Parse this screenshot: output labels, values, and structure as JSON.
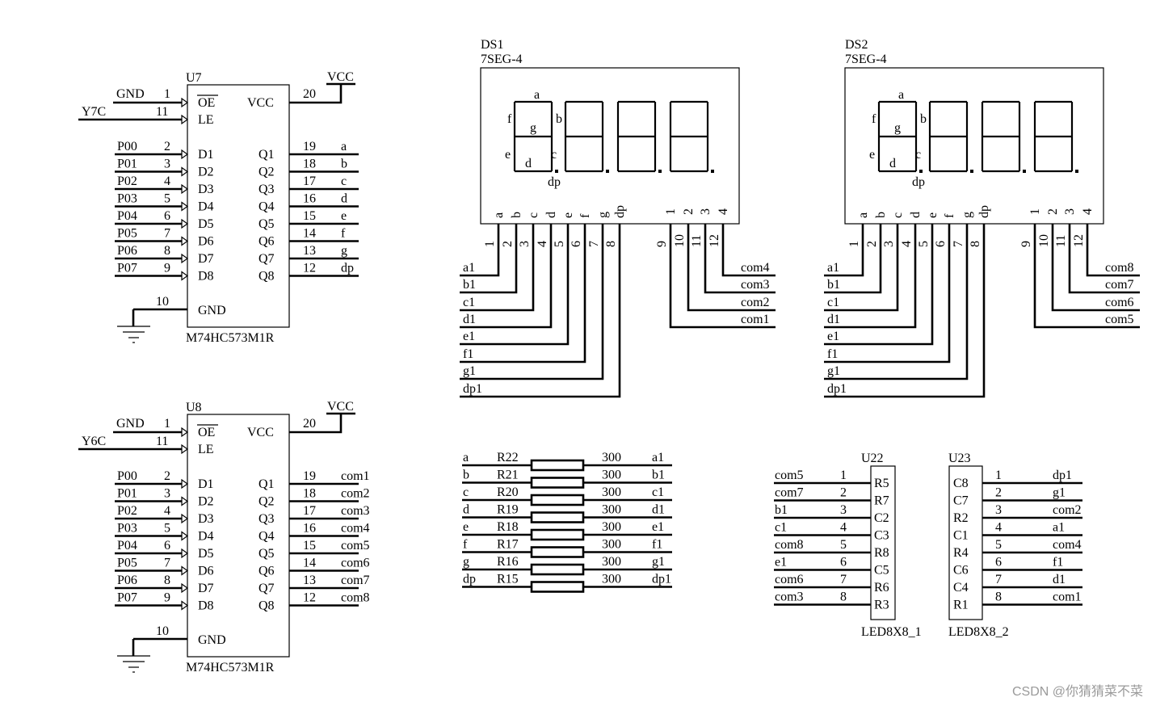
{
  "latches": [
    {
      "ref": "U7",
      "part": "M74HC573M1R",
      "oe_net": "GND",
      "le_net": "Y7C",
      "vcc_net": "VCC",
      "pins": {
        "oe": "1",
        "le": "11",
        "vcc": "20",
        "gnd": "10"
      },
      "labels": {
        "oe": "OE",
        "le": "LE",
        "vcc": "VCC",
        "gnd": "GND"
      },
      "d": [
        {
          "net": "P00",
          "pin": "2",
          "name": "D1"
        },
        {
          "net": "P01",
          "pin": "3",
          "name": "D2"
        },
        {
          "net": "P02",
          "pin": "4",
          "name": "D3"
        },
        {
          "net": "P03",
          "pin": "5",
          "name": "D4"
        },
        {
          "net": "P04",
          "pin": "6",
          "name": "D5"
        },
        {
          "net": "P05",
          "pin": "7",
          "name": "D6"
        },
        {
          "net": "P06",
          "pin": "8",
          "name": "D7"
        },
        {
          "net": "P07",
          "pin": "9",
          "name": "D8"
        }
      ],
      "q": [
        {
          "name": "Q1",
          "pin": "19",
          "net": "a"
        },
        {
          "name": "Q2",
          "pin": "18",
          "net": "b"
        },
        {
          "name": "Q3",
          "pin": "17",
          "net": "c"
        },
        {
          "name": "Q4",
          "pin": "16",
          "net": "d"
        },
        {
          "name": "Q5",
          "pin": "15",
          "net": "e"
        },
        {
          "name": "Q6",
          "pin": "14",
          "net": "f"
        },
        {
          "name": "Q7",
          "pin": "13",
          "net": "g"
        },
        {
          "name": "Q8",
          "pin": "12",
          "net": "dp"
        }
      ]
    },
    {
      "ref": "U8",
      "part": "M74HC573M1R",
      "oe_net": "GND",
      "le_net": "Y6C",
      "vcc_net": "VCC",
      "pins": {
        "oe": "1",
        "le": "11",
        "vcc": "20",
        "gnd": "10"
      },
      "labels": {
        "oe": "OE",
        "le": "LE",
        "vcc": "VCC",
        "gnd": "GND"
      },
      "d": [
        {
          "net": "P00",
          "pin": "2",
          "name": "D1"
        },
        {
          "net": "P01",
          "pin": "3",
          "name": "D2"
        },
        {
          "net": "P02",
          "pin": "4",
          "name": "D3"
        },
        {
          "net": "P03",
          "pin": "5",
          "name": "D4"
        },
        {
          "net": "P04",
          "pin": "6",
          "name": "D5"
        },
        {
          "net": "P05",
          "pin": "7",
          "name": "D6"
        },
        {
          "net": "P06",
          "pin": "8",
          "name": "D7"
        },
        {
          "net": "P07",
          "pin": "9",
          "name": "D8"
        }
      ],
      "q": [
        {
          "name": "Q1",
          "pin": "19",
          "net": "com1"
        },
        {
          "name": "Q2",
          "pin": "18",
          "net": "com2"
        },
        {
          "name": "Q3",
          "pin": "17",
          "net": "com3"
        },
        {
          "name": "Q4",
          "pin": "16",
          "net": "com4"
        },
        {
          "name": "Q5",
          "pin": "15",
          "net": "com5"
        },
        {
          "name": "Q6",
          "pin": "14",
          "net": "com6"
        },
        {
          "name": "Q7",
          "pin": "13",
          "net": "com7"
        },
        {
          "name": "Q8",
          "pin": "12",
          "net": "com8"
        }
      ]
    }
  ],
  "displays": [
    {
      "ref": "DS1",
      "part": "7SEG-4",
      "seg_names": {
        "a": "a",
        "b": "b",
        "c": "c",
        "d": "d",
        "e": "e",
        "f": "f",
        "g": "g",
        "dp": "dp"
      },
      "seg_pins": [
        {
          "name": "a",
          "num": "1",
          "net": "a1"
        },
        {
          "name": "b",
          "num": "2",
          "net": "b1"
        },
        {
          "name": "c",
          "num": "3",
          "net": "c1"
        },
        {
          "name": "d",
          "num": "4",
          "net": "d1"
        },
        {
          "name": "e",
          "num": "5",
          "net": "e1"
        },
        {
          "name": "f",
          "num": "6",
          "net": "f1"
        },
        {
          "name": "g",
          "num": "7",
          "net": "g1"
        },
        {
          "name": "dp",
          "num": "8",
          "net": "dp1"
        }
      ],
      "com_pins": [
        {
          "name": "1",
          "num": "9",
          "net": "com1"
        },
        {
          "name": "2",
          "num": "10",
          "net": "com2"
        },
        {
          "name": "3",
          "num": "11",
          "net": "com3"
        },
        {
          "name": "4",
          "num": "12",
          "net": "com4"
        }
      ]
    },
    {
      "ref": "DS2",
      "part": "7SEG-4",
      "seg_names": {
        "a": "a",
        "b": "b",
        "c": "c",
        "d": "d",
        "e": "e",
        "f": "f",
        "g": "g",
        "dp": "dp"
      },
      "seg_pins": [
        {
          "name": "a",
          "num": "1",
          "net": "a1"
        },
        {
          "name": "b",
          "num": "2",
          "net": "b1"
        },
        {
          "name": "c",
          "num": "3",
          "net": "c1"
        },
        {
          "name": "d",
          "num": "4",
          "net": "d1"
        },
        {
          "name": "e",
          "num": "5",
          "net": "e1"
        },
        {
          "name": "f",
          "num": "6",
          "net": "f1"
        },
        {
          "name": "g",
          "num": "7",
          "net": "g1"
        },
        {
          "name": "dp",
          "num": "8",
          "net": "dp1"
        }
      ],
      "com_pins": [
        {
          "name": "1",
          "num": "9",
          "net": "com5"
        },
        {
          "name": "2",
          "num": "10",
          "net": "com6"
        },
        {
          "name": "3",
          "num": "11",
          "net": "com7"
        },
        {
          "name": "4",
          "num": "12",
          "net": "com8"
        }
      ]
    }
  ],
  "resistors": [
    {
      "in": "a",
      "ref": "R22",
      "value": "300",
      "out": "a1"
    },
    {
      "in": "b",
      "ref": "R21",
      "value": "300",
      "out": "b1"
    },
    {
      "in": "c",
      "ref": "R20",
      "value": "300",
      "out": "c1"
    },
    {
      "in": "d",
      "ref": "R19",
      "value": "300",
      "out": "d1"
    },
    {
      "in": "e",
      "ref": "R18",
      "value": "300",
      "out": "e1"
    },
    {
      "in": "f",
      "ref": "R17",
      "value": "300",
      "out": "f1"
    },
    {
      "in": "g",
      "ref": "R16",
      "value": "300",
      "out": "g1"
    },
    {
      "in": "dp",
      "ref": "R15",
      "value": "300",
      "out": "dp1"
    }
  ],
  "matrices": [
    {
      "ref": "U22",
      "part": "LED8X8_1",
      "pins": [
        {
          "net": "com5",
          "num": "1",
          "name": "R5"
        },
        {
          "net": "com7",
          "num": "2",
          "name": "R7"
        },
        {
          "net": "b1",
          "num": "3",
          "name": "C2"
        },
        {
          "net": "c1",
          "num": "4",
          "name": "C3"
        },
        {
          "net": "com8",
          "num": "5",
          "name": "R8"
        },
        {
          "net": "e1",
          "num": "6",
          "name": "C5"
        },
        {
          "net": "com6",
          "num": "7",
          "name": "R6"
        },
        {
          "net": "com3",
          "num": "8",
          "name": "R3"
        }
      ]
    },
    {
      "ref": "U23",
      "part": "LED8X8_2",
      "pins": [
        {
          "name": "C8",
          "num": "1",
          "net": "dp1"
        },
        {
          "name": "C7",
          "num": "2",
          "net": "g1"
        },
        {
          "name": "R2",
          "num": "3",
          "net": "com2"
        },
        {
          "name": "C1",
          "num": "4",
          "net": "a1"
        },
        {
          "name": "R4",
          "num": "5",
          "net": "com4"
        },
        {
          "name": "C6",
          "num": "6",
          "net": "f1"
        },
        {
          "name": "C4",
          "num": "7",
          "net": "d1"
        },
        {
          "name": "R1",
          "num": "8",
          "net": "com1"
        }
      ]
    }
  ],
  "watermark": "CSDN @你猜猜菜不菜"
}
